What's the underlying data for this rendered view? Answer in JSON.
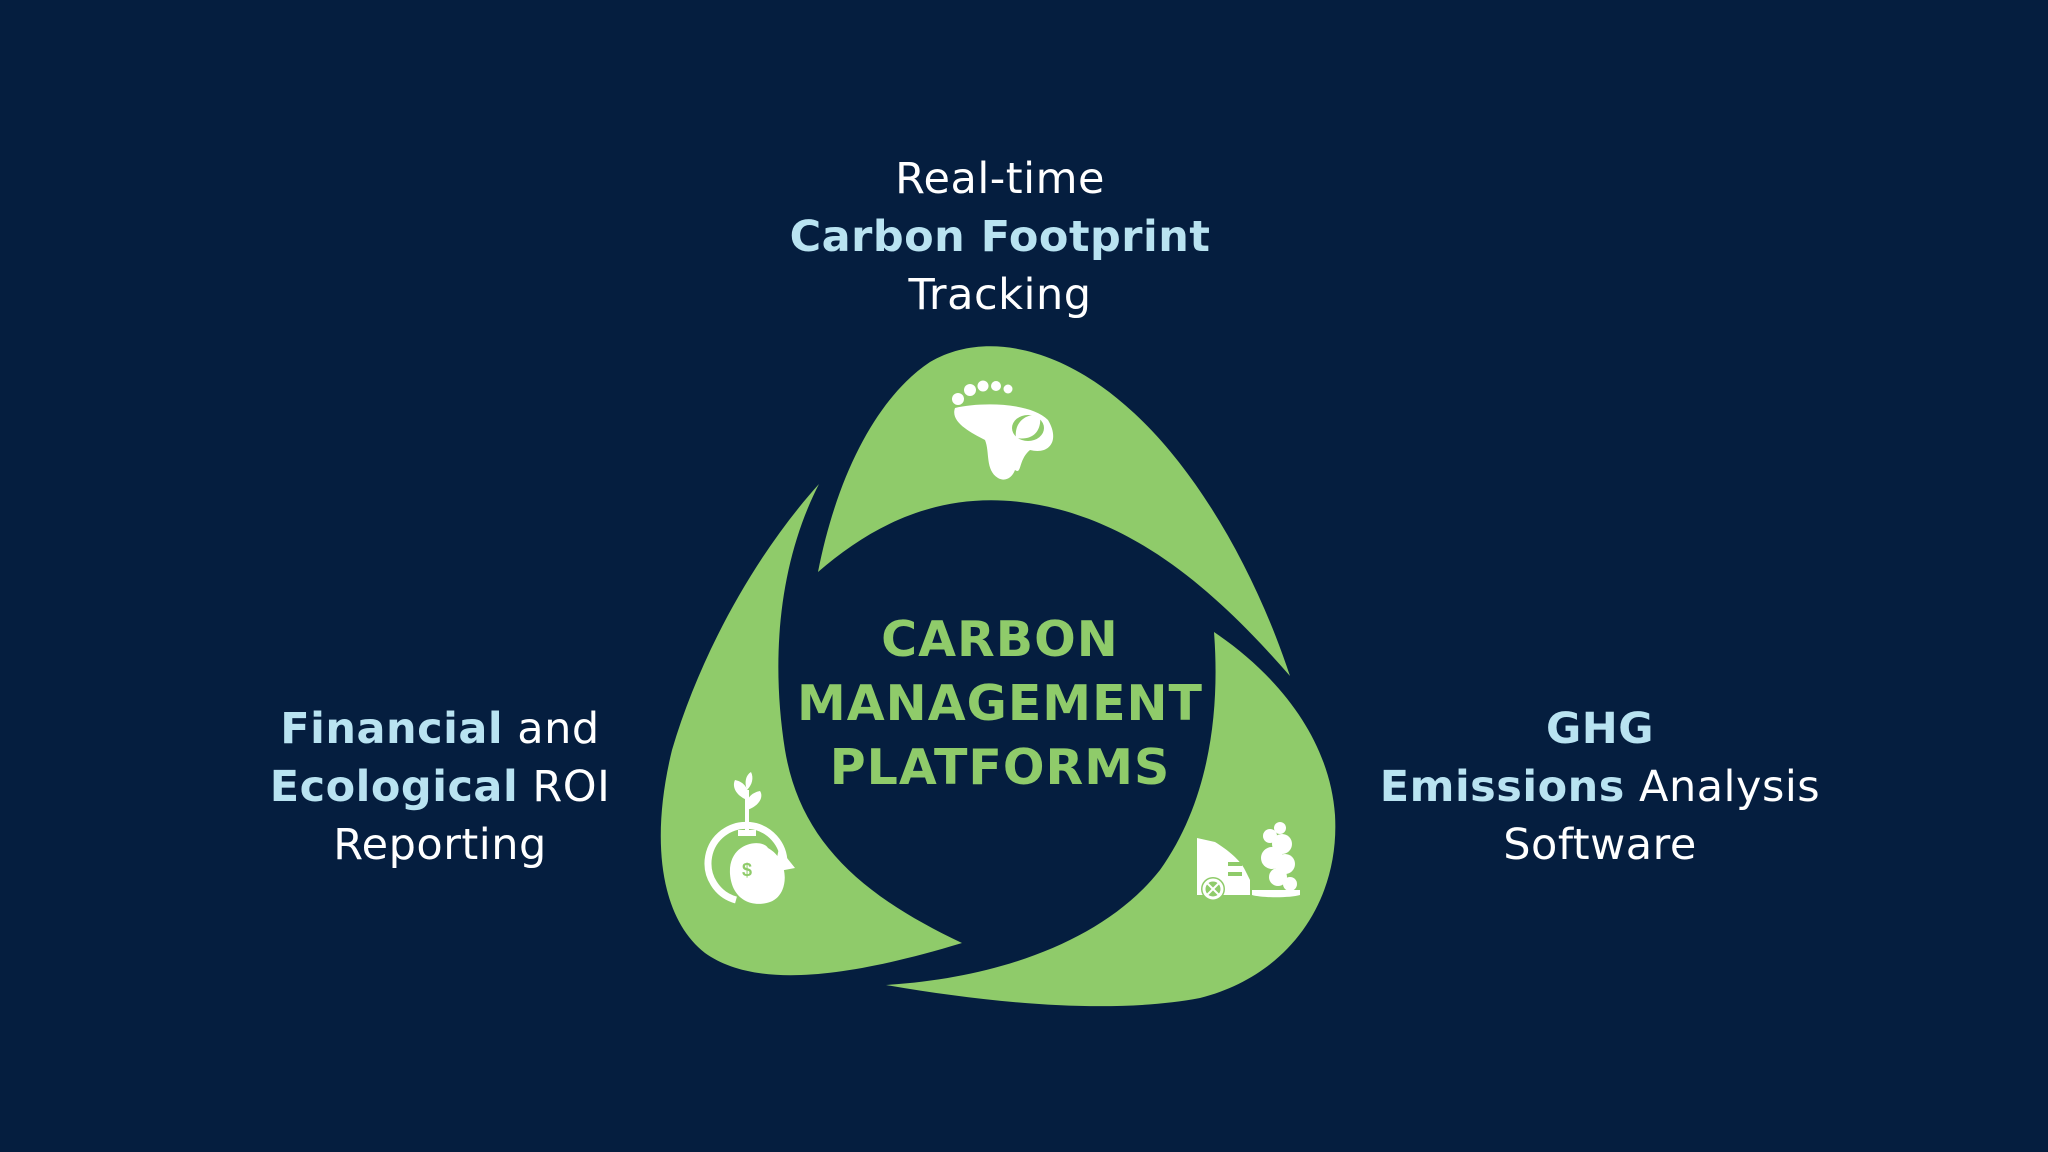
{
  "center": {
    "line1": "CARBON",
    "line2": "MANAGEMENT",
    "line3": "PLATFORMS"
  },
  "labels": {
    "top": {
      "line1": "Real-time",
      "line2": "Carbon Footprint",
      "line3": "Tracking"
    },
    "left": {
      "line1_bold": "Financial",
      "line1_rest": " and",
      "line2_bold": "Ecological",
      "line2_rest": " ROI",
      "line3": "Reporting"
    },
    "right": {
      "line1_bold": "GHG",
      "line2_bold": "Emissions",
      "line2_rest": " Analysis",
      "line3": "Software"
    }
  },
  "icons": {
    "top": "footprint-leaf-icon",
    "left": "money-bag-plant-icon",
    "right": "car-emissions-icon"
  },
  "colors": {
    "background": "#051e3f",
    "segment": "#8fcb6a",
    "highlight": "#b9e3f1",
    "text": "#ffffff"
  }
}
